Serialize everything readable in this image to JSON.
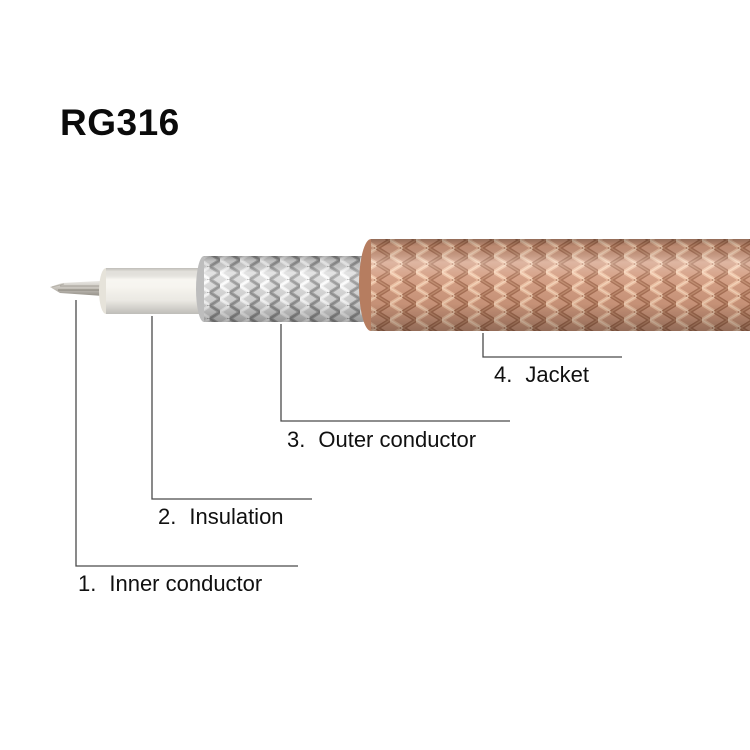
{
  "title": "RG316",
  "cable": {
    "parts": [
      {
        "id": "inner-conductor",
        "label_number": "1.",
        "label": "Inner conductor"
      },
      {
        "id": "insulation",
        "label_number": "2.",
        "label": "Insulation"
      },
      {
        "id": "outer-conductor",
        "label_number": "3.",
        "label": "Outer conductor"
      },
      {
        "id": "jacket",
        "label_number": "4.",
        "label": "Jacket"
      }
    ],
    "colors": {
      "jacket_base": "#d29a7e",
      "jacket_highlight": "#ecbd9e",
      "jacket_shadow": "#a86e52",
      "jacket_end_face": "#b67d60",
      "outer_conductor_base": "#d8d8d8",
      "outer_conductor_highlight": "#f3f3f3",
      "outer_conductor_shadow": "#a5a5a5",
      "insulation": "#f6f4ee",
      "insulation_end_face": "#e6e3da",
      "inner_conductor": "#c7c3bc",
      "leader_line": "#4a4a4a",
      "text": "#101010"
    }
  }
}
